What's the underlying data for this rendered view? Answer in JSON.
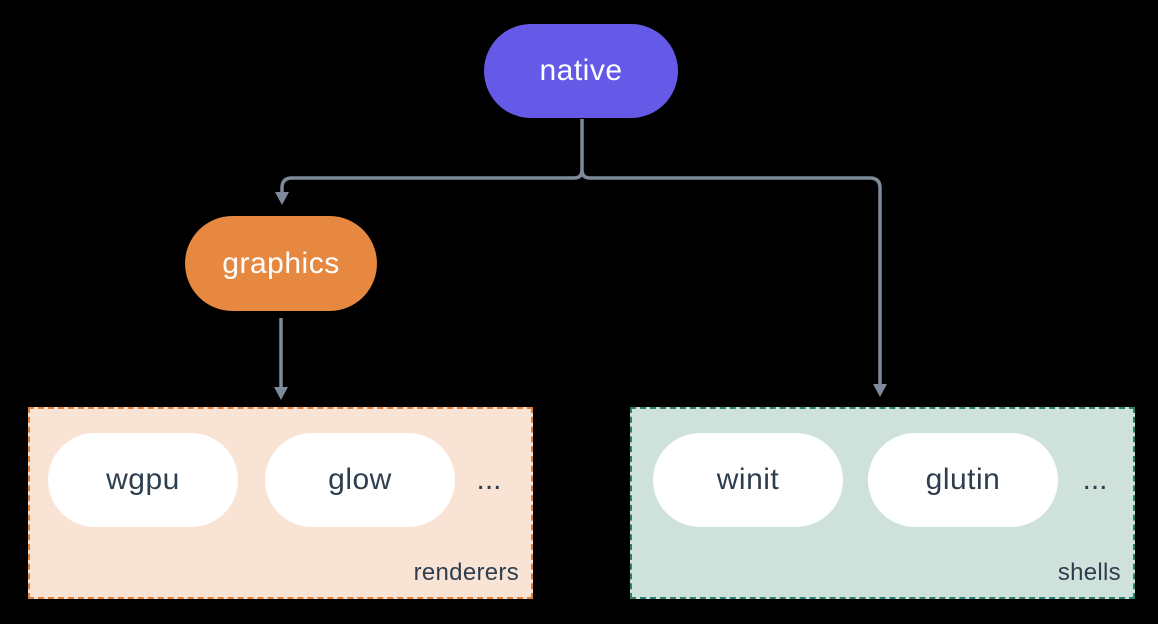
{
  "colors": {
    "background": "#000000",
    "native_fill": "#6559e8",
    "graphics_fill": "#e6883f",
    "renderers_bg": "#f9e3d4",
    "renderers_border": "#e0813c",
    "shells_bg": "#cfe1db",
    "shells_border": "#2e7d6e",
    "white_pill": "#ffffff",
    "node_text": "#ffffff",
    "dark_text": "#2f3e4e",
    "arrow": "#7c8a99"
  },
  "nodes": {
    "native": "native",
    "graphics": "graphics",
    "wgpu": "wgpu",
    "glow": "glow",
    "winit": "winit",
    "glutin": "glutin"
  },
  "groups": {
    "renderers": {
      "label": "renderers",
      "ellipsis": "..."
    },
    "shells": {
      "label": "shells",
      "ellipsis": "..."
    }
  }
}
